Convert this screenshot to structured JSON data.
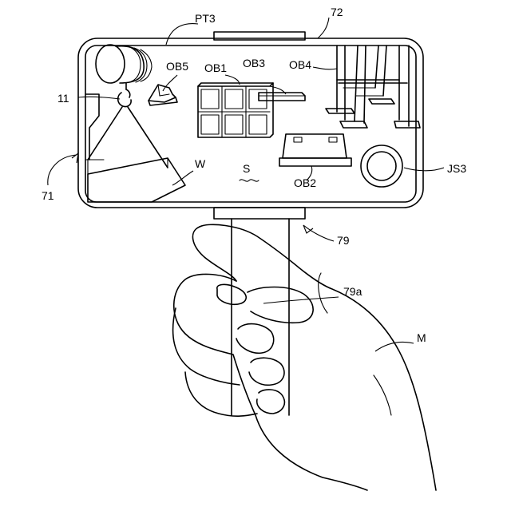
{
  "figure": {
    "labels": {
      "pt3": "PT3",
      "ref72": "72",
      "ob5": "OB5",
      "ob1": "OB1",
      "ob3": "OB3",
      "ob4": "OB4",
      "ref11": "11",
      "w": "W",
      "s": "S",
      "ob2": "OB2",
      "js3": "JS3",
      "ref71": "71",
      "ref79": "79",
      "ref79a": "79a",
      "m": "M"
    },
    "colors": {
      "ink": "#000000",
      "paper": "#ffffff"
    }
  }
}
